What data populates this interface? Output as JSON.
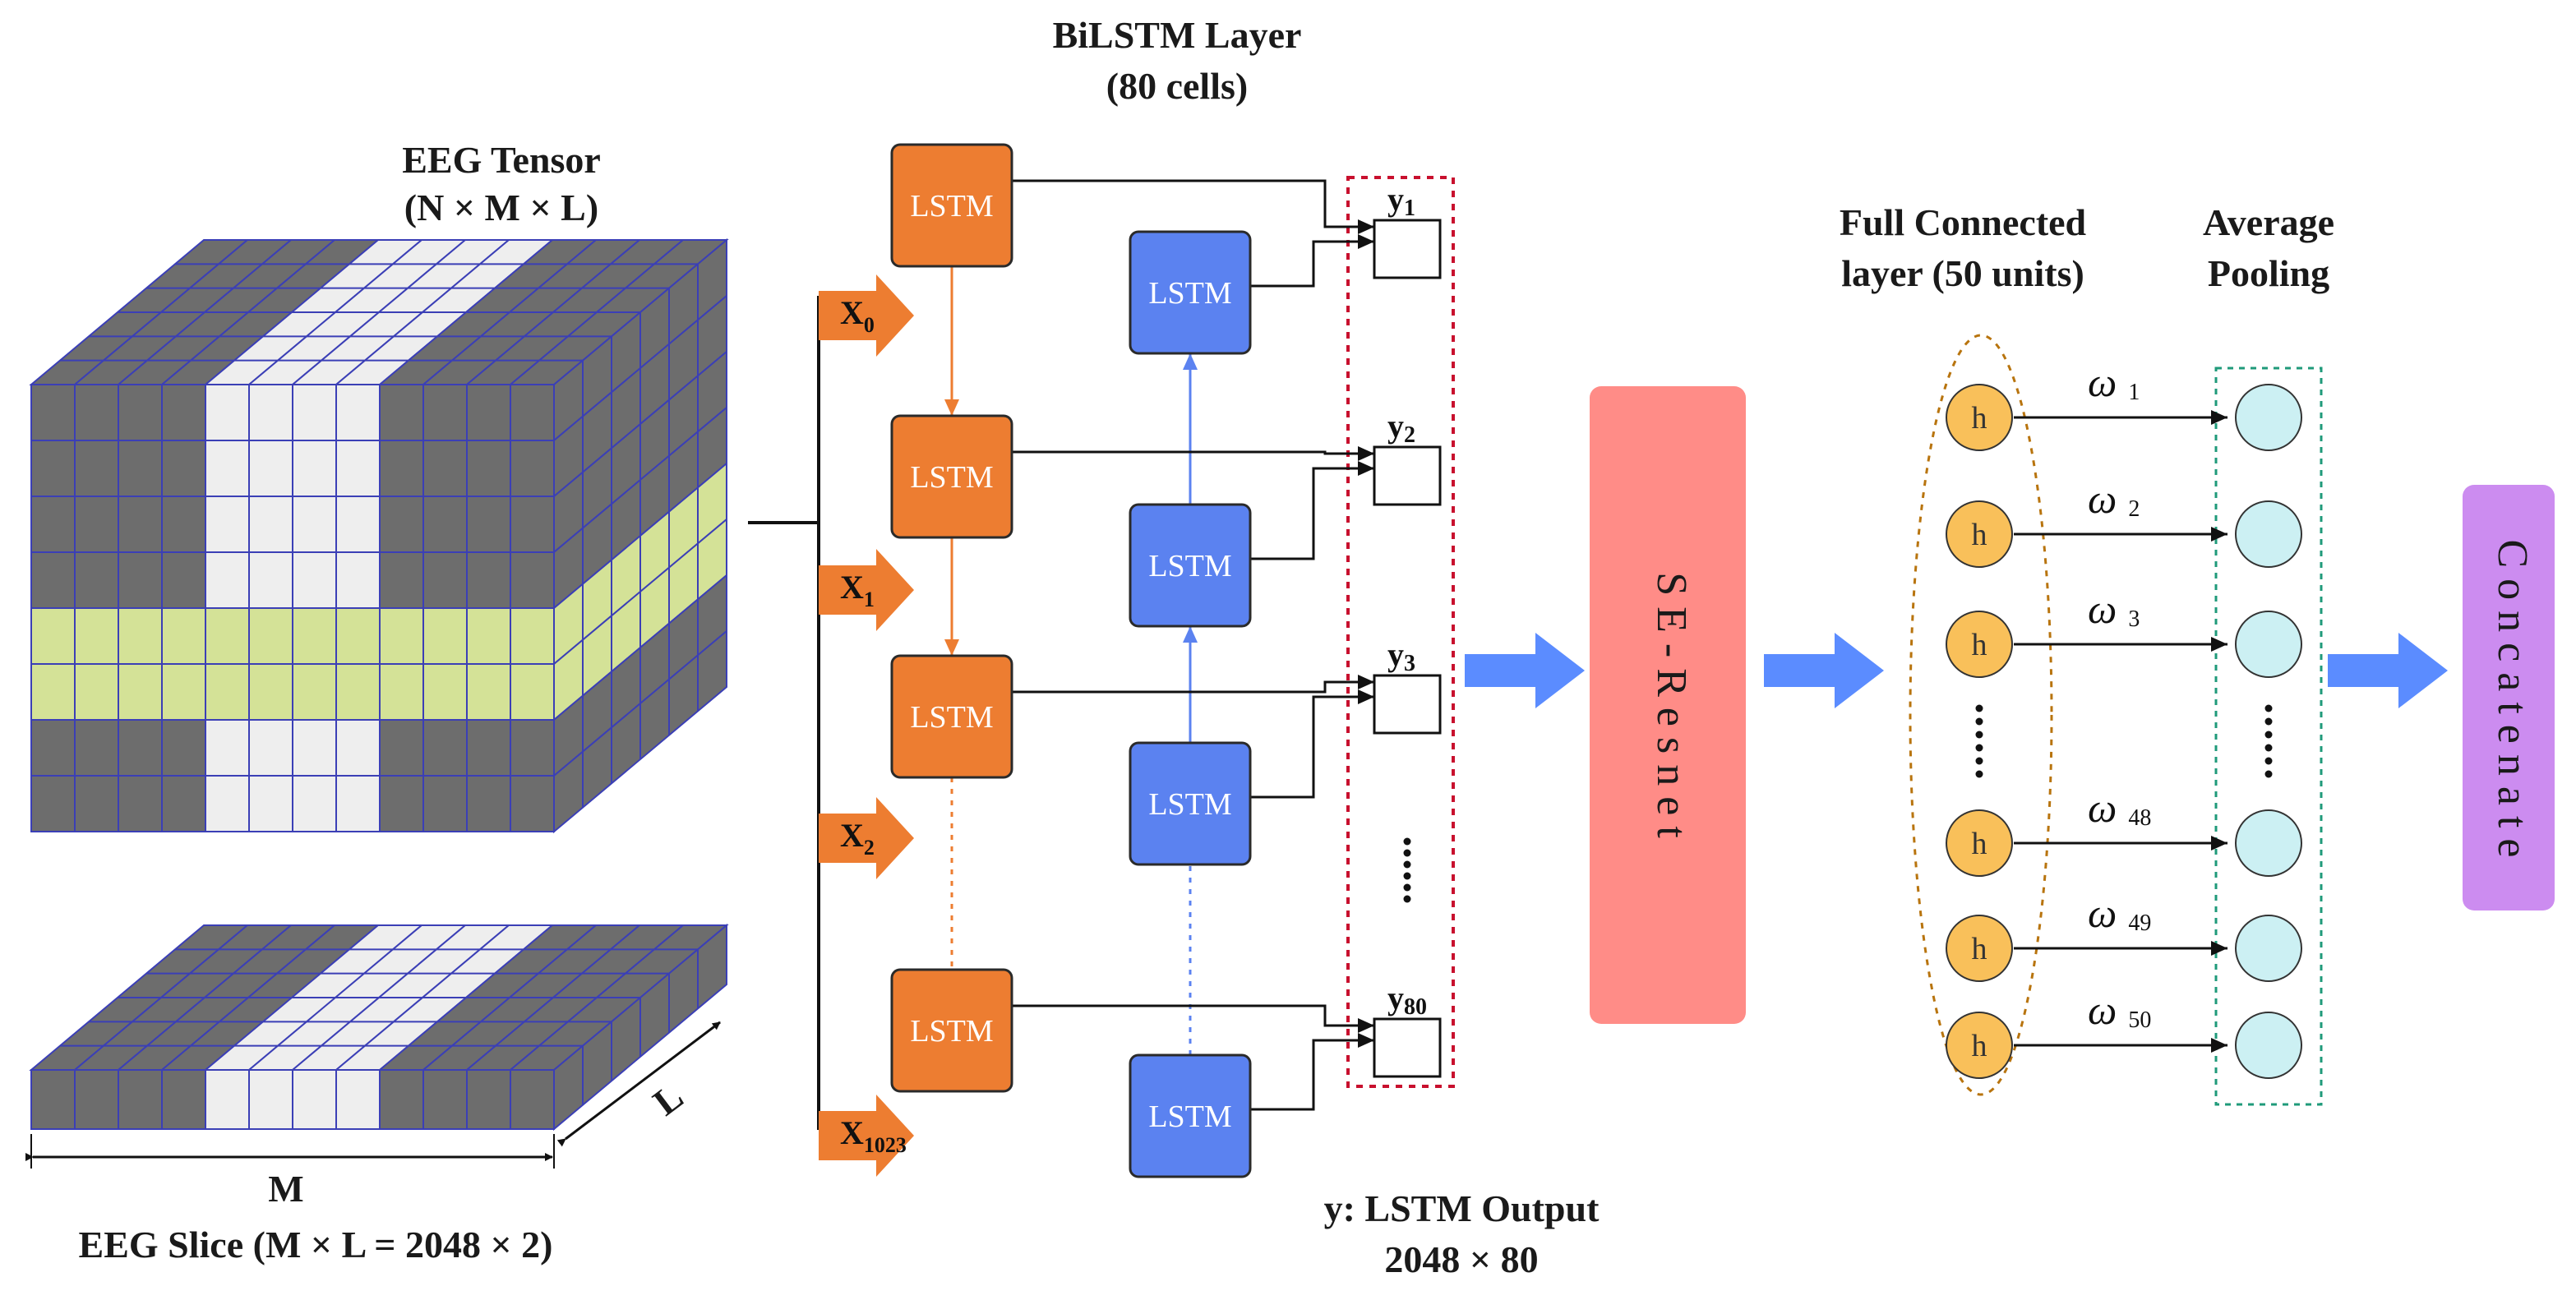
{
  "tensor": {
    "title_line1": "EEG Tensor",
    "title_line2": "(N × M × L)"
  },
  "slice": {
    "dim_m": "M",
    "dim_l": "L",
    "caption": "EEG Slice (M × L = 2048 × 2)"
  },
  "inputs": [
    {
      "base": "X",
      "sub": "0"
    },
    {
      "base": "X",
      "sub": "1"
    },
    {
      "base": "X",
      "sub": "2"
    },
    {
      "base": "X",
      "sub": "1023"
    }
  ],
  "bilstm": {
    "title_line1": "BiLSTM Layer",
    "title_line2": "(80 cells)",
    "cell_label": "LSTM"
  },
  "outputs": [
    {
      "base": "y",
      "sub": "1"
    },
    {
      "base": "y",
      "sub": "2"
    },
    {
      "base": "y",
      "sub": "3"
    },
    {
      "base": "y",
      "sub": "80"
    }
  ],
  "output_caption": {
    "line1": "y: LSTM Output",
    "line2": "2048 × 80"
  },
  "seresnet": {
    "label": "S E - R e s n e t"
  },
  "fc": {
    "title_line1": "Full Connected",
    "title_line2": "layer (50 units)",
    "node_label": "h"
  },
  "pooling": {
    "title_line1": "Average",
    "title_line2": "Pooling"
  },
  "weights": [
    {
      "base": "ω",
      "sub": "1"
    },
    {
      "base": "ω",
      "sub": "2"
    },
    {
      "base": "ω",
      "sub": "3"
    },
    {
      "base": "ω",
      "sub": "48"
    },
    {
      "base": "ω",
      "sub": "49"
    },
    {
      "base": "ω",
      "sub": "50"
    }
  ],
  "concatenate": {
    "label": "C o n c a t e n a t e"
  },
  "colors": {
    "tensor_gray": "#6d6d6d",
    "tensor_light": "#eeeeee",
    "tensor_green": "#d4e297",
    "grid_line": "#3b3fb6",
    "lstm_forward": "#ed7d31",
    "lstm_backward": "#5b82f0",
    "seresnet": "#ff8c87",
    "concatenate": "#cc8cf0",
    "fc_node": "#f9c05a",
    "pool_node": "#ccf0f3",
    "flow_arrow": "#5b8cff"
  }
}
